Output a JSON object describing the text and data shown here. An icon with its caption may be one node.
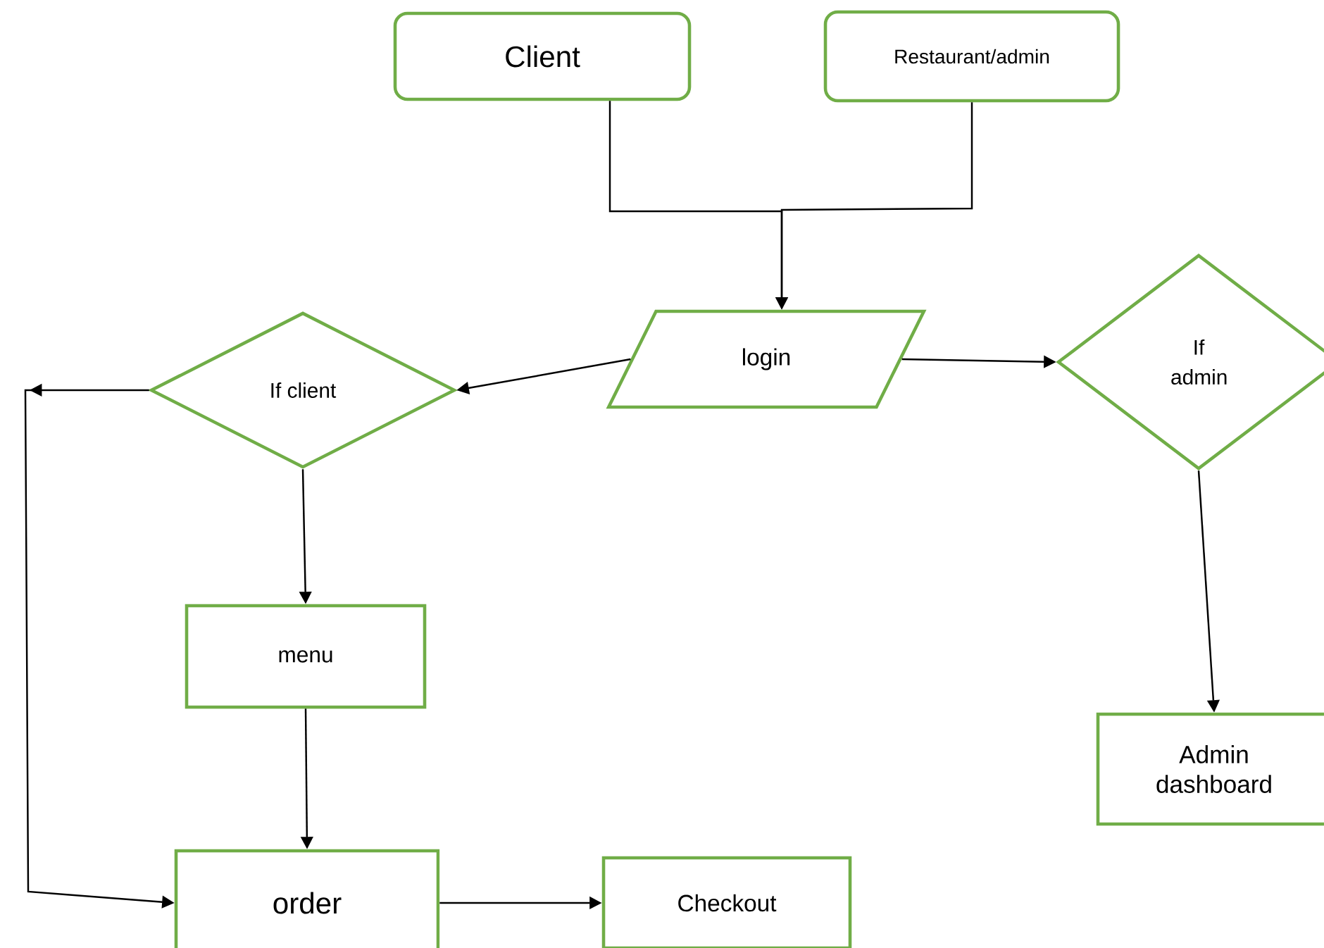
{
  "diagram": {
    "nodes": [
      {
        "text": [
          "Client"
        ]
      },
      {
        "text": [
          "Restaurant/admin"
        ]
      },
      {
        "text": [
          "login"
        ]
      },
      {
        "text": [
          "If client"
        ]
      },
      {
        "text": [
          "If admin"
        ]
      },
      {
        "text": [
          "menu"
        ]
      },
      {
        "text": [
          "Admin dashboard"
        ]
      },
      {
        "text": [
          "order"
        ]
      },
      {
        "text": [
          "Checkout"
        ]
      }
    ],
    "edges": [
      {
        "from": 0,
        "to": 2,
        "arrow": "to"
      },
      {
        "from": 1,
        "to": 2,
        "arrow": "to"
      },
      {
        "from": 2,
        "to": 3,
        "arrow": "to"
      },
      {
        "from": 2,
        "to": 4,
        "arrow": "to"
      },
      {
        "from": 3,
        "to": 5,
        "arrow": "to"
      },
      {
        "from": 5,
        "to": 7,
        "arrow": "to"
      },
      {
        "from": 3,
        "to": 7,
        "arrow": "to"
      },
      {
        "from": 4,
        "to": 6,
        "arrow": "to"
      },
      {
        "from": 7,
        "to": 8,
        "arrow": "to"
      }
    ]
  }
}
